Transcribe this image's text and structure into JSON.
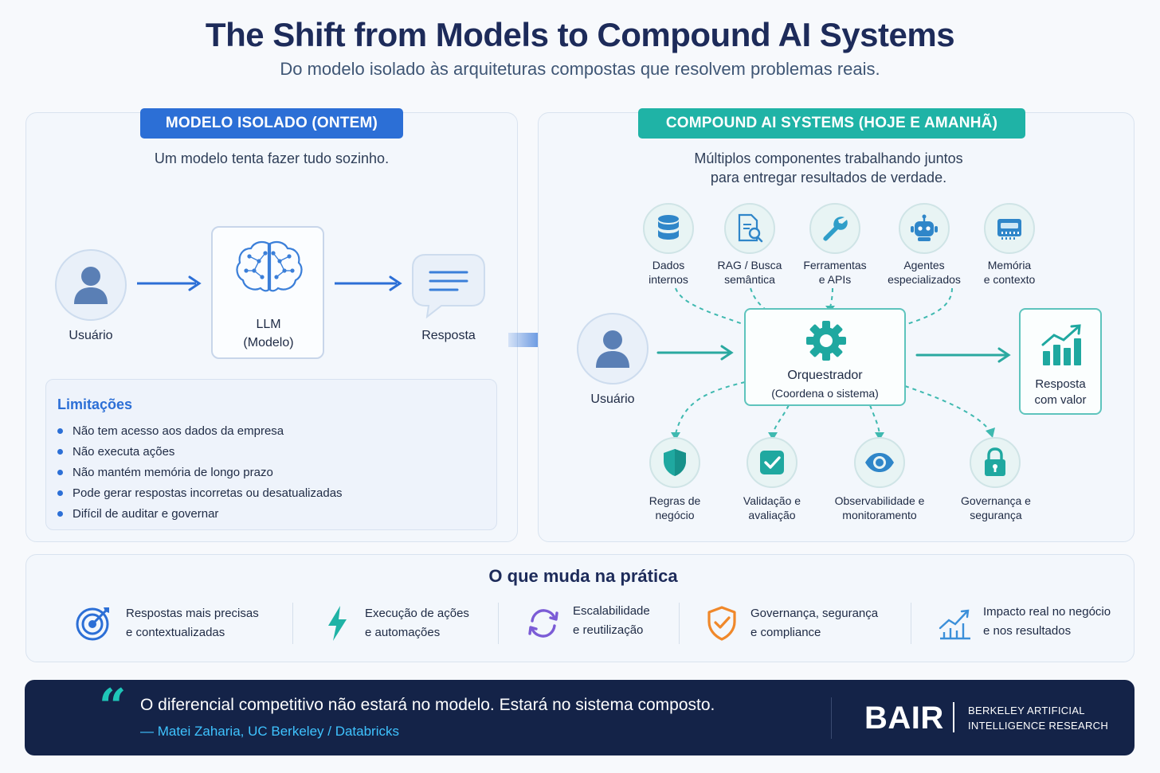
{
  "header": {
    "title": "The Shift from Models to Compound AI Systems",
    "subtitle": "Do modelo isolado às arquiteturas compostas que resolvem problemas reais."
  },
  "left_panel": {
    "badge": "MODELO ISOLADO (ONTEM)",
    "subtitle": "Um modelo tenta fazer tudo sozinho.",
    "user_label": "Usuário",
    "model_label_1": "LLM",
    "model_label_2": "(Modelo)",
    "response_label": "Resposta",
    "limitations_title": "Limitações",
    "limitations": [
      "Não tem acesso aos dados da empresa",
      "Não executa ações",
      "Não mantém memória de longo prazo",
      "Pode gerar respostas incorretas ou desatualizadas",
      "Difícil de auditar e governar"
    ],
    "accent_color": "#2c6fd6"
  },
  "right_panel": {
    "badge": "COMPOUND AI SYSTEMS (HOJE E AMANHÃ)",
    "subtitle_1": "Múltiplos componentes trabalhando juntos",
    "subtitle_2": "para entregar resultados de verdade.",
    "top_components": [
      {
        "icon": "database-icon",
        "line1": "Dados",
        "line2": "internos"
      },
      {
        "icon": "document-search-icon",
        "line1": "RAG / Busca",
        "line2": "semântica"
      },
      {
        "icon": "wrench-icon",
        "line1": "Ferramentas",
        "line2": "e APIs"
      },
      {
        "icon": "robot-icon",
        "line1": "Agentes",
        "line2": "especializados"
      },
      {
        "icon": "memory-icon",
        "line1": "Memória",
        "line2": "e contexto"
      }
    ],
    "user_label": "Usuário",
    "orchestrator_title": "Orquestrador",
    "orchestrator_sub": "(Coordena o sistema)",
    "result_line1": "Resposta",
    "result_line2": "com valor",
    "bottom_components": [
      {
        "icon": "shield-icon",
        "line1": "Regras de",
        "line2": "negócio"
      },
      {
        "icon": "checkbox-icon",
        "line1": "Validação e",
        "line2": "avaliação"
      },
      {
        "icon": "eye-icon",
        "line1": "Observabilidade e",
        "line2": "monitoramento"
      },
      {
        "icon": "lock-icon",
        "line1": "Governança e",
        "line2": "segurança"
      }
    ],
    "accent_color": "#1fb3a6"
  },
  "practice": {
    "title": "O que muda na prática",
    "items": [
      {
        "icon": "target-icon",
        "line1": "Respostas mais precisas",
        "line2": "e contextualizadas"
      },
      {
        "icon": "lightning-icon",
        "line1": "Execução de ações",
        "line2": "e automações"
      },
      {
        "icon": "refresh-icon",
        "line1": "Escalabilidade",
        "line2": "e reutilização"
      },
      {
        "icon": "shield-check-icon",
        "line1": "Governança, segurança",
        "line2": "e compliance"
      },
      {
        "icon": "growth-chart-icon",
        "line1": "Impacto real no negócio",
        "line2": "e nos resultados"
      }
    ]
  },
  "footer": {
    "quote_mark": "“",
    "quote": "O diferencial competitivo não estará no modelo. Estará no sistema composto.",
    "author": "— Matei Zaharia, UC Berkeley / Databricks",
    "brand": "BAIR",
    "brand_line1": "BERKELEY ARTIFICIAL",
    "brand_line2": "INTELLIGENCE RESEARCH",
    "background_color": "#142348"
  }
}
